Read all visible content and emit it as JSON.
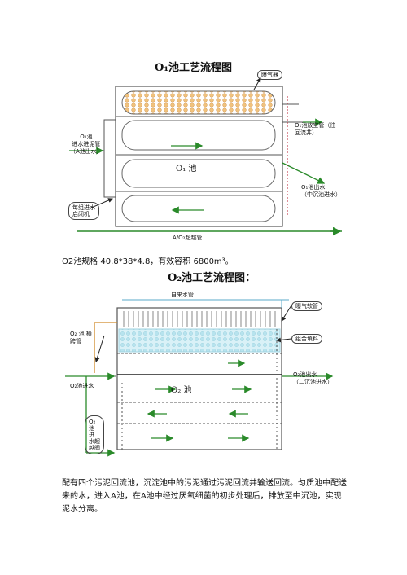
{
  "o1": {
    "title": "O₁池工艺流程图",
    "aeration_label": "曝气器",
    "inlet_label": "O₁池\n进水进泥管\n（A池出水）",
    "tank_label": "O₁    池",
    "vent_label": "O₁池放空管（往\n回流井）",
    "outlet_label": "O₁池出水\n（中沉池进水）",
    "valve_label": "每组进水\n启闭机",
    "bypass_label": "A/O₂超越管"
  },
  "spec_text": "O2池规格 40.8*38*4.8，有效容积 6800m³。",
  "o2": {
    "title": "O₂池工艺流程图：",
    "water_label": "自来水管",
    "aer_pipe_label": "曝气软管",
    "media_label": "组合填料",
    "bypass_label": "O₂ 池 横\n跨管",
    "inlet_label": "O₂池进水",
    "tank_label": "O₂    池",
    "outlet_label": "O₂池出水\n（二沉池进水）",
    "over_label": "O₂\n池\n进\n水超\n越阀"
  },
  "paragraph": [
    "配有四个污泥回流池，沉淀池中的污泥通过污泥回流井输送回流。匀质池中配送",
    "来的水，进入A池，在A池中经过厌氧细菌的初步处理后，排放至中沉池，实现",
    "泥水分离。"
  ]
}
